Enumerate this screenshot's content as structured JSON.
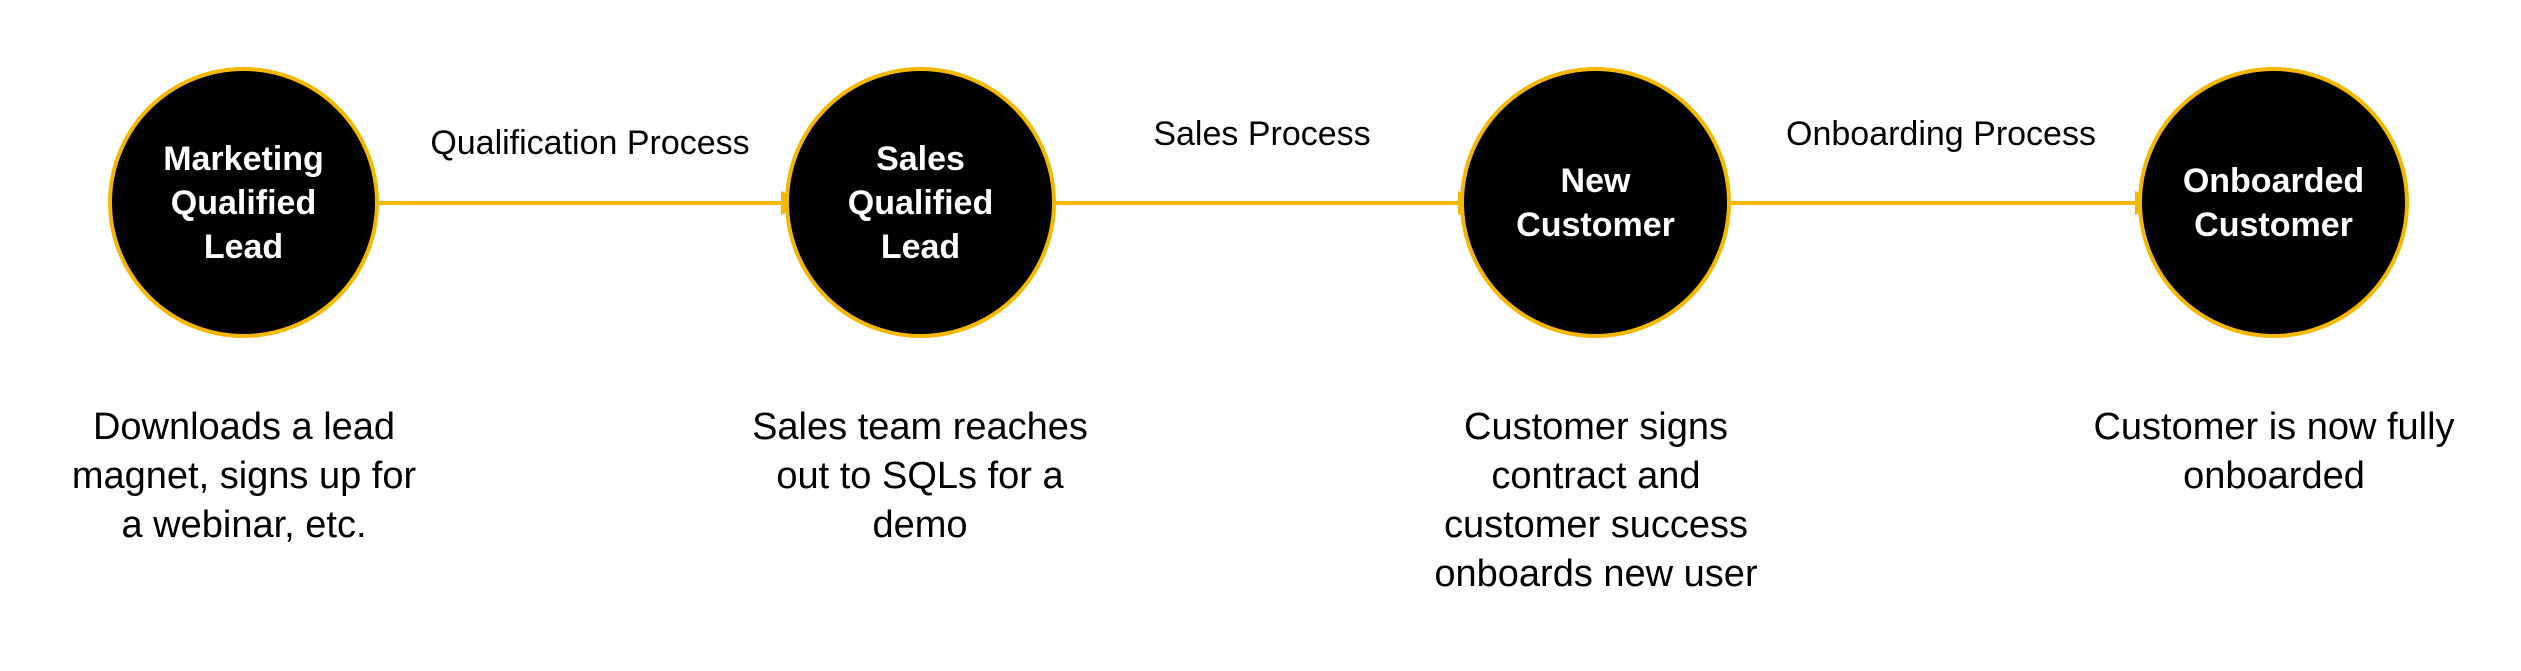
{
  "stages": [
    {
      "title": "Marketing\nQualified\nLead",
      "description": "Downloads a lead\nmagnet, signs up for\na webinar, etc."
    },
    {
      "title": "Sales\nQualified\nLead",
      "description": "Sales team reaches\nout to SQLs for a\ndemo"
    },
    {
      "title": "New\nCustomer",
      "description": "Customer signs\ncontract and\ncustomer success\nonboards new user"
    },
    {
      "title": "Onboarded\nCustomer",
      "description": "Customer is now fully\nonboarded"
    }
  ],
  "transitions": [
    {
      "label": "Qualification Process"
    },
    {
      "label": "Sales Process"
    },
    {
      "label": "Onboarding Process"
    }
  ],
  "colors": {
    "circle_fill": "#000000",
    "accent": "#f5b800",
    "text": "#000000",
    "circle_text": "#ffffff"
  }
}
